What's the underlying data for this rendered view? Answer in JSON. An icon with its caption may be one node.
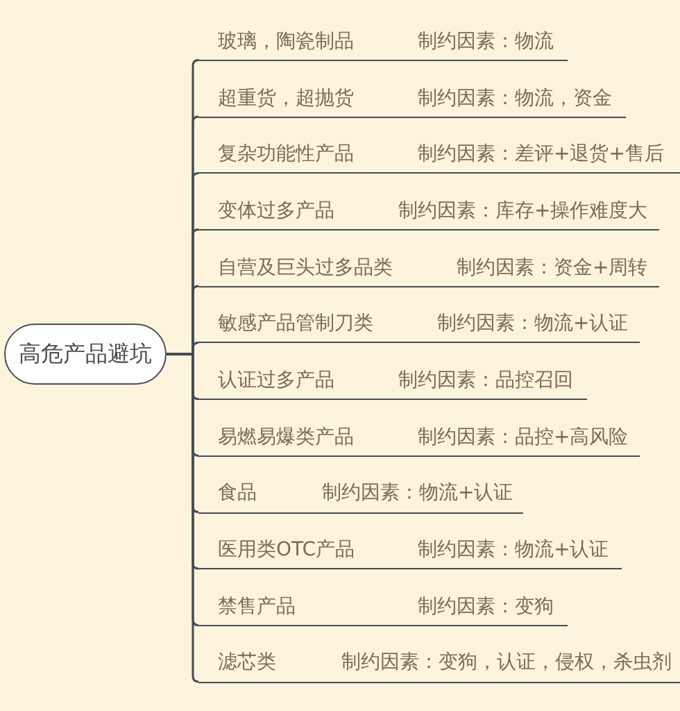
{
  "diagram": {
    "nodes": [
      {
        "text": [
          "高危产品避坑"
        ]
      },
      {
        "text": [
          "玻璃，陶瓷制品",
          "制约因素：物流"
        ]
      },
      {
        "text": [
          "超重货，超抛货",
          "制约因素：物流，资金"
        ]
      },
      {
        "text": [
          "复杂功能性产品",
          "制约因素：差评+退货+售后"
        ]
      },
      {
        "text": [
          "变体过多产品",
          "制约因素：库存+操作难度大"
        ]
      },
      {
        "text": [
          "自营及巨头过多品类",
          "制约因素：资金+周转"
        ]
      },
      {
        "text": [
          "敏感产品管制刀类",
          "制约因素：物流+认证"
        ]
      },
      {
        "text": [
          "认证过多产品",
          "制约因素：品控召回"
        ]
      },
      {
        "text": [
          "易燃易爆类产品",
          "制约因素：品控+高风险"
        ]
      },
      {
        "text": [
          "食品",
          "制约因素：物流+认证"
        ]
      },
      {
        "text": [
          "医用类OTC产品",
          "制约因素：物流+认证"
        ]
      },
      {
        "text": [
          "禁售产品",
          "制约因素：变狗"
        ]
      },
      {
        "text": [
          "滤芯类",
          "制约因素：变狗，认证，侵权，杀虫剂"
        ]
      }
    ],
    "edges": [
      {
        "from": 0,
        "to": 1,
        "arrow": "none"
      },
      {
        "from": 0,
        "to": 2,
        "arrow": "none"
      },
      {
        "from": 0,
        "to": 3,
        "arrow": "none"
      },
      {
        "from": 0,
        "to": 4,
        "arrow": "none"
      },
      {
        "from": 0,
        "to": 5,
        "arrow": "none"
      },
      {
        "from": 0,
        "to": 6,
        "arrow": "none"
      },
      {
        "from": 0,
        "to": 7,
        "arrow": "none"
      },
      {
        "from": 0,
        "to": 8,
        "arrow": "none"
      },
      {
        "from": 0,
        "to": 9,
        "arrow": "none"
      },
      {
        "from": 0,
        "to": 10,
        "arrow": "none"
      },
      {
        "from": 0,
        "to": 11,
        "arrow": "none"
      },
      {
        "from": 0,
        "to": 12,
        "arrow": "none"
      }
    ]
  }
}
